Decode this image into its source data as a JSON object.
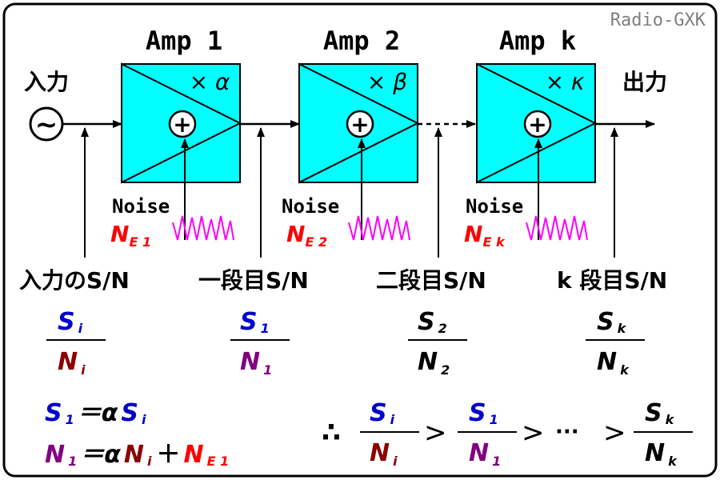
{
  "watermark": "Radio-GXK",
  "input_label": "入力",
  "output_label": "出力",
  "source_symbol": "~",
  "amps": [
    {
      "title": "Amp 1",
      "gain": "× α",
      "adder": "+",
      "noise_label": "Noise",
      "noise_sym": "N",
      "noise_sub": "E 1"
    },
    {
      "title": "Amp 2",
      "gain": "× β",
      "adder": "+",
      "noise_label": "Noise",
      "noise_sym": "N",
      "noise_sub": "E 2"
    },
    {
      "title": "Amp k",
      "gain": "× κ",
      "adder": "+",
      "noise_label": "Noise",
      "noise_sym": "N",
      "noise_sub": "E k"
    }
  ],
  "stage_labels": [
    "入力のS/N",
    "一段目S/N",
    "二段目S/N",
    "k 段目S/N"
  ],
  "fractions": [
    {
      "num": "S",
      "num_sub": "i",
      "den": "N",
      "den_sub": "i"
    },
    {
      "num": "S",
      "num_sub": "1",
      "den": "N",
      "den_sub": "1"
    },
    {
      "num": "S",
      "num_sub": "2",
      "den": "N",
      "den_sub": "2"
    },
    {
      "num": "S",
      "num_sub": "k",
      "den": "N",
      "den_sub": "k"
    }
  ],
  "equations": {
    "eq1": {
      "lhs": "S",
      "lhs_sub": "1",
      "rel": "＝α",
      "rhs": "S",
      "rhs_sub": "i"
    },
    "eq2": {
      "lhs": "N",
      "lhs_sub": "1",
      "rel": "＝α",
      "rhs": "N",
      "rhs_sub": "i",
      "plus": "＋",
      "rhs2": "N",
      "rhs2_sub": "E 1"
    }
  },
  "inequality": {
    "therefore": "∴",
    "gt": ">",
    "ellipsis": "···",
    "terms": [
      {
        "num": "S",
        "num_sub": "i",
        "den": "N",
        "den_sub": "i"
      },
      {
        "num": "S",
        "num_sub": "1",
        "den": "N",
        "den_sub": "1"
      },
      {
        "num": "S",
        "num_sub": "k",
        "den": "N",
        "den_sub": "k"
      }
    ]
  },
  "colors": {
    "amp_fill": "#00ffff",
    "signal": "#0000cc",
    "noise_i": "#8b0000",
    "noise_1": "#800080",
    "noise_e": "#ff0000",
    "noise_wave": "#ff00ff",
    "text": "#000000",
    "watermark": "#808080"
  }
}
